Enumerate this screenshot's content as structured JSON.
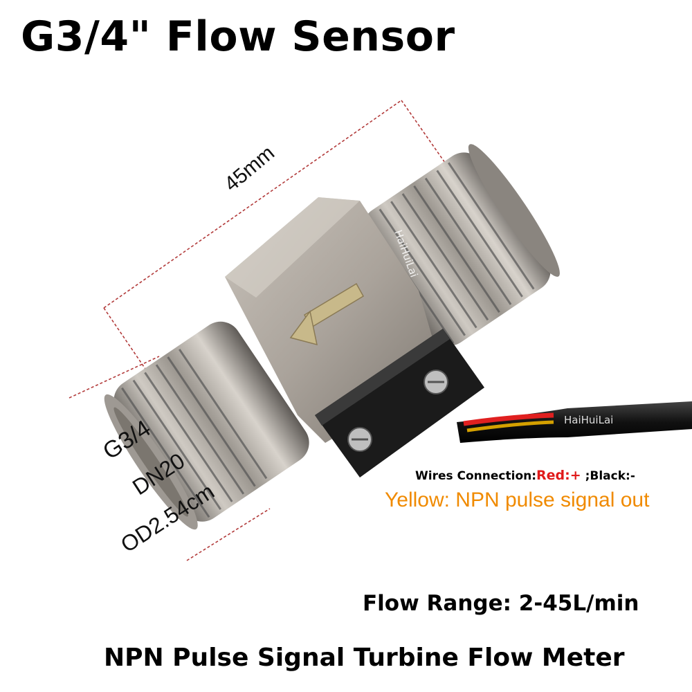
{
  "title": "G3/4\" Flow Sensor",
  "dimension_length": "45mm",
  "specs": {
    "thread": "G3/4",
    "nominal": "DN20",
    "outer_diameter": "OD2.54cm"
  },
  "watermark": "HaiHuiLai",
  "wires": {
    "prefix": "Wires Connection:",
    "red": "Red:+",
    "separator": " ;",
    "black": "Black:-",
    "yellow": "Yellow: NPN pulse signal out"
  },
  "flow_range": "Flow Range: 2-45L/min",
  "bottom_title": "NPN Pulse Signal Turbine Flow Meter",
  "colors": {
    "metal": "#a9a39c",
    "red_text": "#e01a1a",
    "yellow_text": "#f08a00",
    "dimension_line": "#b23a3a"
  }
}
